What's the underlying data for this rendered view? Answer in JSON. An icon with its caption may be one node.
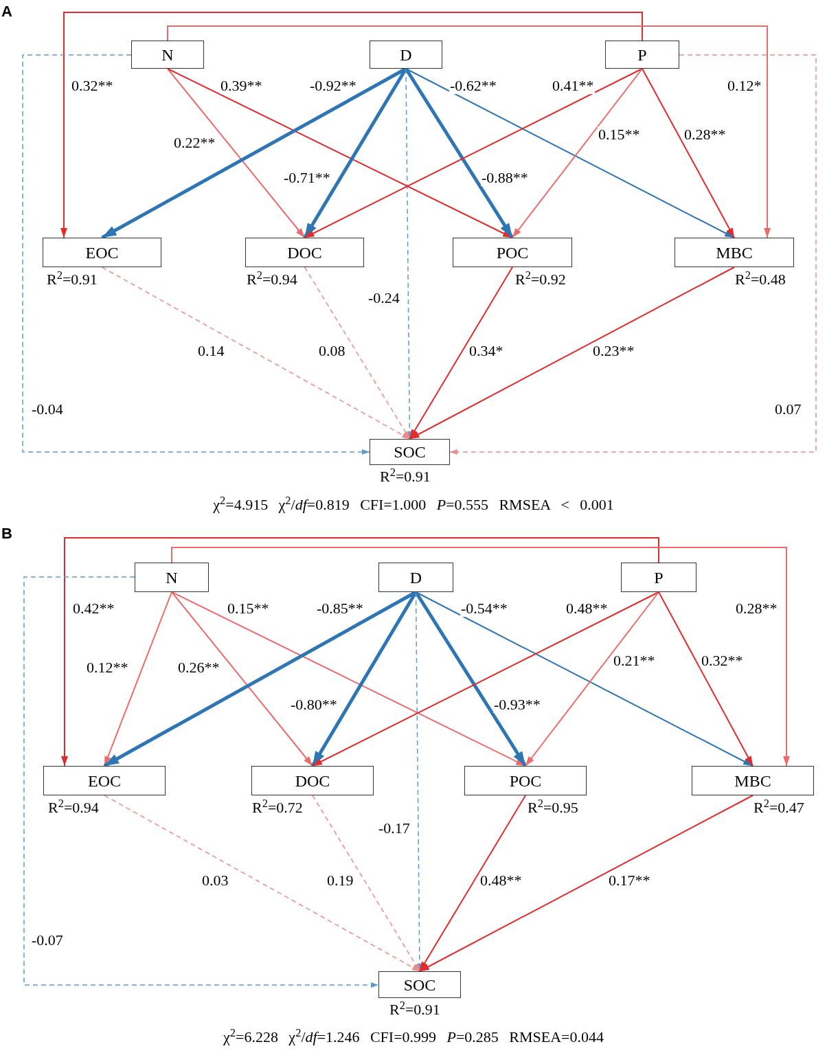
{
  "diagram": {
    "nodes": [
      {
        "text": [
          "N"
        ]
      },
      {
        "text": [
          "D"
        ]
      },
      {
        "text": [
          "P"
        ]
      },
      {
        "text": [
          "EOC"
        ],
        "beside": [
          "R$^{2}$=0.91"
        ]
      },
      {
        "text": [
          "DOC"
        ],
        "beside": [
          "R$^{2}$=0.94"
        ]
      },
      {
        "text": [
          "POC"
        ],
        "beside": [
          "R$^{2}$=0.92"
        ]
      },
      {
        "text": [
          "MBC"
        ],
        "beside": [
          "R$^{2}$=0.48"
        ]
      },
      {
        "text": [
          "SOC"
        ],
        "beside": [
          "R$^{2}$=0.91"
        ]
      },
      {
        "text": [
          "N"
        ]
      },
      {
        "text": [
          "D"
        ]
      },
      {
        "text": [
          "P"
        ]
      },
      {
        "text": [
          "EOC"
        ],
        "beside": [
          "R$^{2}$=0.94"
        ]
      },
      {
        "text": [
          "DOC"
        ],
        "beside": [
          "R$^{2}$=0.72"
        ]
      },
      {
        "text": [
          "POC"
        ],
        "beside": [
          "R$^{2}$=0.95"
        ]
      },
      {
        "text": [
          "MBC"
        ],
        "beside": [
          "R$^{2}$=0.47"
        ]
      },
      {
        "text": [
          "SOC"
        ],
        "beside": [
          "R$^{2}$=0.91"
        ]
      }
    ],
    "edges": [
      {
        "from": 2,
        "to": 3,
        "arrow": "to",
        "label": "0.32**"
      },
      {
        "from": 0,
        "to": 6,
        "arrow": "to",
        "label": "0.12*",
        "color": "#ee6a6a"
      },
      {
        "from": 0,
        "to": 7,
        "arrow": "to",
        "label": "-0.04",
        "style": "dashed",
        "color": "#5b9bd5"
      },
      {
        "from": 2,
        "to": 7,
        "arrow": "to",
        "label": "0.07",
        "style": "dashed",
        "color": "#ee8a8a"
      },
      {
        "from": 0,
        "to": 4,
        "arrow": "to",
        "label": "0.22**",
        "color": "#ee6a6a"
      },
      {
        "from": 0,
        "to": 5,
        "arrow": "to",
        "label": "0.39**"
      },
      {
        "from": 1,
        "to": 3,
        "arrow": "to",
        "label": "-0.92**",
        "style": "thick",
        "color": "#2e75b6"
      },
      {
        "from": 1,
        "to": 4,
        "arrow": "to",
        "label": "-0.71**",
        "style": "thick",
        "color": "#2e75b6"
      },
      {
        "from": 1,
        "to": 5,
        "arrow": "to",
        "label": "-0.88**",
        "style": "thick",
        "color": "#2e75b6"
      },
      {
        "from": 1,
        "to": 6,
        "arrow": "to",
        "label": "-0.62**",
        "color": "#2e75b6"
      },
      {
        "from": 1,
        "to": 7,
        "arrow": "to",
        "label": "-0.24",
        "style": "dashed",
        "color": "#5b9bd5"
      },
      {
        "from": 2,
        "to": 4,
        "arrow": "to",
        "label": "0.41**"
      },
      {
        "from": 2,
        "to": 5,
        "arrow": "to",
        "label": "0.15**",
        "color": "#ee6a6a"
      },
      {
        "from": 2,
        "to": 6,
        "arrow": "to",
        "label": "0.28**"
      },
      {
        "from": 3,
        "to": 7,
        "arrow": "to",
        "label": "0.14",
        "style": "dashed",
        "color": "#ee8a8a"
      },
      {
        "from": 4,
        "to": 7,
        "arrow": "to",
        "label": "0.08",
        "style": "dashed",
        "color": "#ee8a8a"
      },
      {
        "from": 5,
        "to": 7,
        "arrow": "to",
        "label": "0.34*"
      },
      {
        "from": 6,
        "to": 7,
        "arrow": "to",
        "label": "0.23**"
      },
      {
        "from": 10,
        "to": 11,
        "arrow": "to",
        "label": "0.42**"
      },
      {
        "from": 8,
        "to": 14,
        "arrow": "to",
        "label": "0.28**",
        "color": "#ee6a6a"
      },
      {
        "from": 8,
        "to": 15,
        "arrow": "to",
        "label": "-0.07",
        "style": "dashed",
        "color": "#5b9bd5"
      },
      {
        "from": 8,
        "to": 11,
        "arrow": "to",
        "label": "0.12**",
        "color": "#ee6a6a"
      },
      {
        "from": 8,
        "to": 12,
        "arrow": "to",
        "label": "0.26**",
        "color": "#ee6a6a"
      },
      {
        "from": 8,
        "to": 13,
        "arrow": "to",
        "label": "0.15**",
        "color": "#ee6a6a"
      },
      {
        "from": 9,
        "to": 11,
        "arrow": "to",
        "label": "-0.85**",
        "style": "thick",
        "color": "#2e75b6"
      },
      {
        "from": 9,
        "to": 12,
        "arrow": "to",
        "label": "-0.80**",
        "style": "thick",
        "color": "#2e75b6"
      },
      {
        "from": 9,
        "to": 13,
        "arrow": "to",
        "label": "-0.93**",
        "style": "thick",
        "color": "#2e75b6"
      },
      {
        "from": 9,
        "to": 14,
        "arrow": "to",
        "label": "-0.54**",
        "color": "#2e75b6"
      },
      {
        "from": 9,
        "to": 15,
        "arrow": "to",
        "label": "-0.17",
        "style": "dashed",
        "color": "#5b9bd5"
      },
      {
        "from": 10,
        "to": 12,
        "arrow": "to",
        "label": "0.48**"
      },
      {
        "from": 10,
        "to": 13,
        "arrow": "to",
        "label": "0.21**",
        "color": "#ee6a6a"
      },
      {
        "from": 10,
        "to": 14,
        "arrow": "to",
        "label": "0.32**"
      },
      {
        "from": 11,
        "to": 15,
        "arrow": "to",
        "label": "0.03",
        "style": "dashed",
        "color": "#ee8a8a"
      },
      {
        "from": 12,
        "to": 15,
        "arrow": "to",
        "label": "0.19",
        "style": "dashed",
        "color": "#ee8a8a"
      },
      {
        "from": 13,
        "to": 15,
        "arrow": "to",
        "label": "0.48**"
      },
      {
        "from": 14,
        "to": 15,
        "arrow": "to",
        "label": "0.17**"
      }
    ],
    "labels": [
      "A",
      "χ$^{2}$=4.915 χ$^{2}$/*df*=0.819 CFI=1.000 *P*=0.555 RMSEA < 0.001",
      "B",
      "χ$^{2}$=6.228 χ$^{2}$/*df*=1.246 CFI=0.999 *P*=0.285 RMSEA=0.044"
    ]
  }
}
